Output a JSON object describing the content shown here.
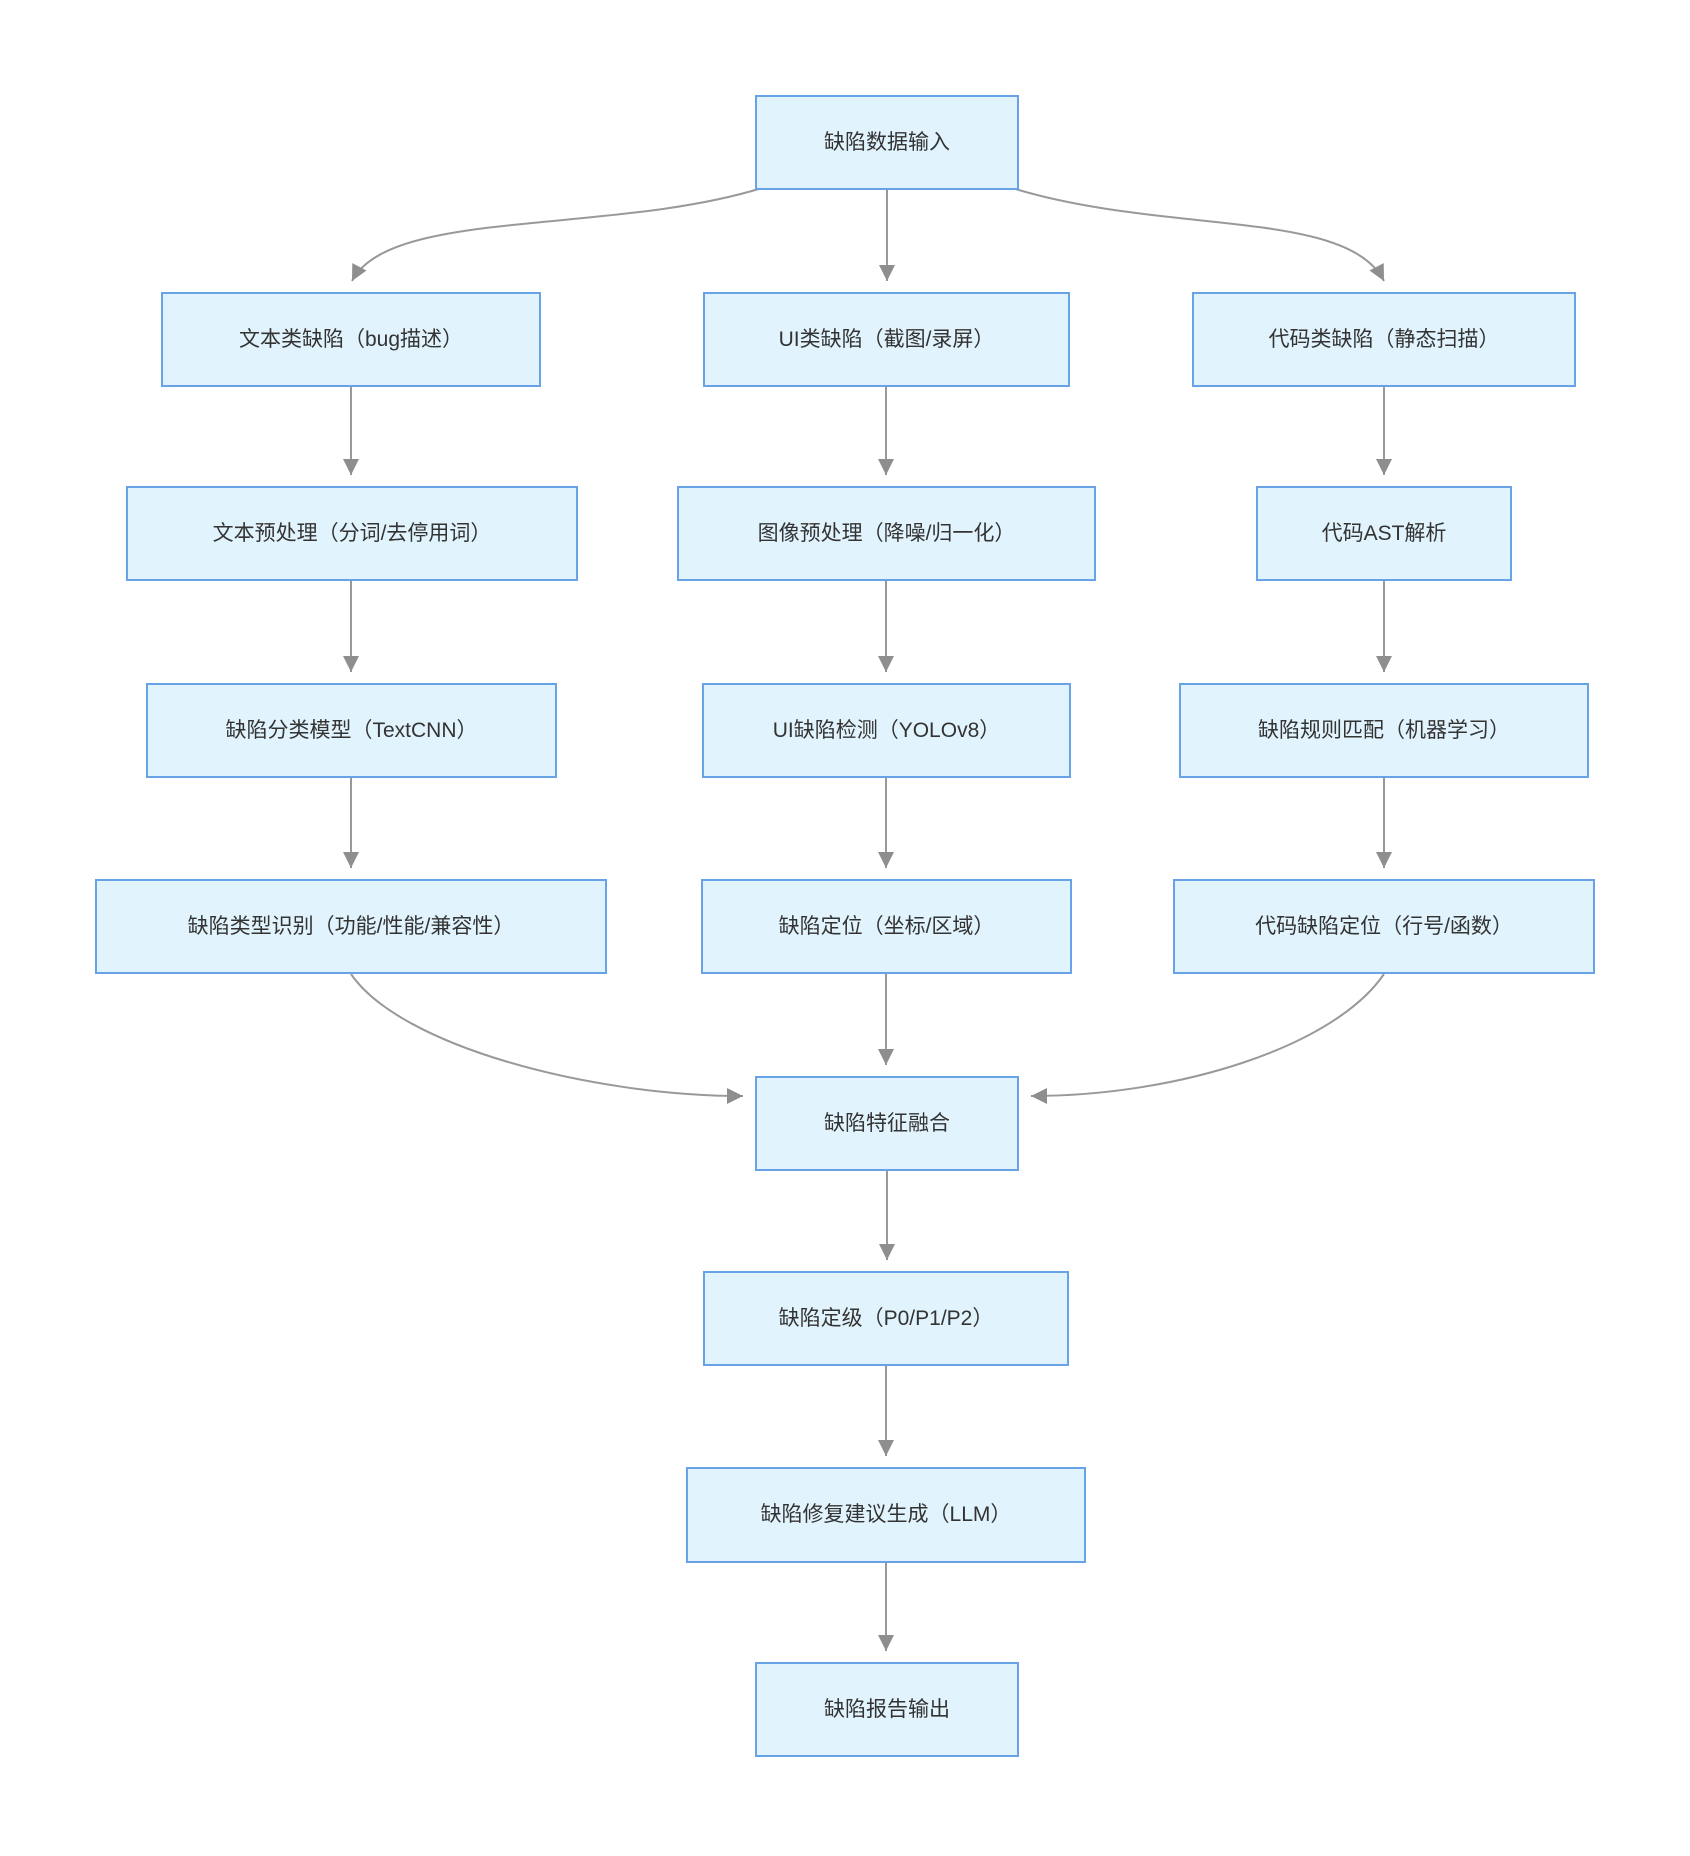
{
  "diagram": {
    "type": "flowchart",
    "direction": "top-down",
    "nodes": {
      "input": {
        "label": "缺陷数据输入"
      },
      "text_defect": {
        "label": "文本类缺陷（bug描述）"
      },
      "ui_defect": {
        "label": "UI类缺陷（截图/录屏）"
      },
      "code_defect": {
        "label": "代码类缺陷（静态扫描）"
      },
      "text_preprocess": {
        "label": "文本预处理（分词/去停用词）"
      },
      "image_preprocess": {
        "label": "图像预处理（降噪/归一化）"
      },
      "code_ast": {
        "label": "代码AST解析"
      },
      "text_classify": {
        "label": "缺陷分类模型（TextCNN）"
      },
      "ui_detect": {
        "label": "UI缺陷检测（YOLOv8）"
      },
      "rule_match": {
        "label": "缺陷规则匹配（机器学习）"
      },
      "type_identify": {
        "label": "缺陷类型识别（功能/性能/兼容性）"
      },
      "ui_locate": {
        "label": "缺陷定位（坐标/区域）"
      },
      "code_locate": {
        "label": "代码缺陷定位（行号/函数）"
      },
      "fusion": {
        "label": "缺陷特征融合"
      },
      "grading": {
        "label": "缺陷定级（P0/P1/P2）"
      },
      "fix_suggest": {
        "label": "缺陷修复建议生成（LLM）"
      },
      "report": {
        "label": "缺陷报告输出"
      }
    },
    "edges": [
      {
        "from": "input",
        "to": "text_defect"
      },
      {
        "from": "input",
        "to": "ui_defect"
      },
      {
        "from": "input",
        "to": "code_defect"
      },
      {
        "from": "text_defect",
        "to": "text_preprocess"
      },
      {
        "from": "ui_defect",
        "to": "image_preprocess"
      },
      {
        "from": "code_defect",
        "to": "code_ast"
      },
      {
        "from": "text_preprocess",
        "to": "text_classify"
      },
      {
        "from": "image_preprocess",
        "to": "ui_detect"
      },
      {
        "from": "code_ast",
        "to": "rule_match"
      },
      {
        "from": "text_classify",
        "to": "type_identify"
      },
      {
        "from": "ui_detect",
        "to": "ui_locate"
      },
      {
        "from": "rule_match",
        "to": "code_locate"
      },
      {
        "from": "type_identify",
        "to": "fusion"
      },
      {
        "from": "ui_locate",
        "to": "fusion"
      },
      {
        "from": "code_locate",
        "to": "fusion"
      },
      {
        "from": "fusion",
        "to": "grading"
      },
      {
        "from": "grading",
        "to": "fix_suggest"
      },
      {
        "from": "fix_suggest",
        "to": "report"
      }
    ],
    "colors": {
      "node_fill": "#e1f3fc",
      "node_border": "#67a3e6",
      "arrow": "#999999",
      "text": "#333333",
      "background": "#ffffff"
    }
  }
}
